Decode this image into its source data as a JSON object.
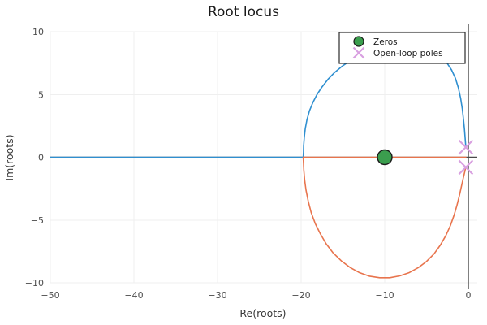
{
  "chart_data": {
    "type": "line",
    "title": "Root locus",
    "xlabel": "Re(roots)",
    "ylabel": "Im(roots)",
    "xlim": [
      -50,
      0.8
    ],
    "ylim": [
      -10.8,
      10.8
    ],
    "xticks": [
      -50,
      -40,
      -30,
      -20,
      -10,
      0
    ],
    "xticklabels": [
      "−50",
      "−40",
      "−30",
      "−20",
      "−10",
      "0"
    ],
    "yticks": [
      -10,
      -5,
      0,
      5,
      10
    ],
    "yticklabels": [
      "−10",
      "−5",
      "0",
      "5",
      "10"
    ],
    "grid": true,
    "legend_position": "top-right",
    "series": [
      {
        "name": "branch-upper",
        "color": "#2f8fd0",
        "comment": "real axis from -50 to breakaway, then upper half loop to pole at -0.3+0.8j",
        "points": [
          [
            -50.0,
            0.0
          ],
          [
            -45.0,
            0.0
          ],
          [
            -40.0,
            0.0
          ],
          [
            -35.0,
            0.0
          ],
          [
            -30.0,
            0.0
          ],
          [
            -26.0,
            0.0
          ],
          [
            -23.0,
            0.0
          ],
          [
            -21.0,
            0.0
          ],
          [
            -20.2,
            0.0
          ],
          [
            -19.75,
            0.0
          ],
          [
            -19.72,
            0.35
          ],
          [
            -19.7,
            0.9
          ],
          [
            -19.62,
            1.6
          ],
          [
            -19.5,
            2.3
          ],
          [
            -19.3,
            3.0
          ],
          [
            -19.0,
            3.7
          ],
          [
            -18.6,
            4.35
          ],
          [
            -18.1,
            5.0
          ],
          [
            -17.5,
            5.6
          ],
          [
            -16.8,
            6.2
          ],
          [
            -16.0,
            6.75
          ],
          [
            -15.1,
            7.25
          ],
          [
            -14.1,
            7.7
          ],
          [
            -13.0,
            8.1
          ],
          [
            -11.9,
            8.45
          ],
          [
            -10.7,
            8.75
          ],
          [
            -9.5,
            8.95
          ],
          [
            -8.3,
            9.05
          ],
          [
            -7.1,
            9.05
          ],
          [
            -6.0,
            8.95
          ],
          [
            -5.0,
            8.75
          ],
          [
            -4.1,
            8.45
          ],
          [
            -3.3,
            8.05
          ],
          [
            -2.6,
            7.55
          ],
          [
            -2.0,
            6.95
          ],
          [
            -1.55,
            6.3
          ],
          [
            -1.2,
            5.55
          ],
          [
            -0.92,
            4.7
          ],
          [
            -0.72,
            3.85
          ],
          [
            -0.58,
            3.0
          ],
          [
            -0.46,
            2.2
          ],
          [
            -0.38,
            1.5
          ],
          [
            -0.33,
            1.05
          ],
          [
            -0.3,
            0.8
          ]
        ]
      },
      {
        "name": "branch-lower",
        "color": "#e8744d",
        "comment": "real axis from breakaway to 0 through zero at -10, then lower half loop to pole at -0.3-0.8j",
        "points": [
          [
            -19.75,
            0.0
          ],
          [
            -18.0,
            0.0
          ],
          [
            -16.0,
            0.0
          ],
          [
            -14.0,
            0.0
          ],
          [
            -12.0,
            0.0
          ],
          [
            -10.0,
            0.0
          ],
          [
            -8.0,
            0.0
          ],
          [
            -6.0,
            0.0
          ],
          [
            -4.0,
            0.0
          ],
          [
            -2.0,
            0.0
          ],
          [
            -0.6,
            0.0
          ],
          [
            -0.3,
            0.0
          ],
          [
            -19.75,
            -0.0
          ],
          [
            -19.72,
            -0.4
          ],
          [
            -19.68,
            -1.0
          ],
          [
            -19.58,
            -1.8
          ],
          [
            -19.42,
            -2.6
          ],
          [
            -19.15,
            -3.5
          ],
          [
            -18.8,
            -4.4
          ],
          [
            -18.3,
            -5.3
          ],
          [
            -17.7,
            -6.1
          ],
          [
            -17.0,
            -6.9
          ],
          [
            -16.2,
            -7.6
          ],
          [
            -15.2,
            -8.25
          ],
          [
            -14.1,
            -8.8
          ],
          [
            -13.0,
            -9.2
          ],
          [
            -11.8,
            -9.48
          ],
          [
            -10.6,
            -9.6
          ],
          [
            -9.4,
            -9.6
          ],
          [
            -8.2,
            -9.45
          ],
          [
            -7.1,
            -9.2
          ],
          [
            -6.0,
            -8.8
          ],
          [
            -5.0,
            -8.3
          ],
          [
            -4.1,
            -7.7
          ],
          [
            -3.35,
            -7.0
          ],
          [
            -2.7,
            -6.25
          ],
          [
            -2.15,
            -5.45
          ],
          [
            -1.7,
            -4.6
          ],
          [
            -1.35,
            -3.8
          ],
          [
            -1.05,
            -3.0
          ],
          [
            -0.82,
            -2.3
          ],
          [
            -0.62,
            -1.7
          ],
          [
            -0.46,
            -1.25
          ],
          [
            -0.36,
            -0.95
          ],
          [
            -0.3,
            -0.8
          ]
        ]
      }
    ],
    "markers": [
      {
        "name": "Zeros",
        "glyph": "circle",
        "color": "#3b9e4e",
        "edge_color": "#1a1a1a",
        "points": [
          [
            -10.0,
            0.0
          ]
        ]
      },
      {
        "name": "Open-loop poles",
        "glyph": "x",
        "color": "#d89fe0",
        "points": [
          [
            -0.3,
            0.8
          ],
          [
            -0.3,
            -0.8
          ]
        ]
      }
    ],
    "legend": [
      {
        "label": "Zeros",
        "glyph": "circle",
        "color": "#3b9e4e"
      },
      {
        "label": "Open-loop poles",
        "glyph": "x",
        "color": "#d89fe0"
      }
    ],
    "reference_lines": [
      {
        "name": "real-axis",
        "orientation": "horizontal",
        "value": 0,
        "color": "#3a3a3a"
      },
      {
        "name": "imaginary-axis",
        "orientation": "vertical",
        "value": 0,
        "color": "#3a3a3a"
      }
    ]
  }
}
